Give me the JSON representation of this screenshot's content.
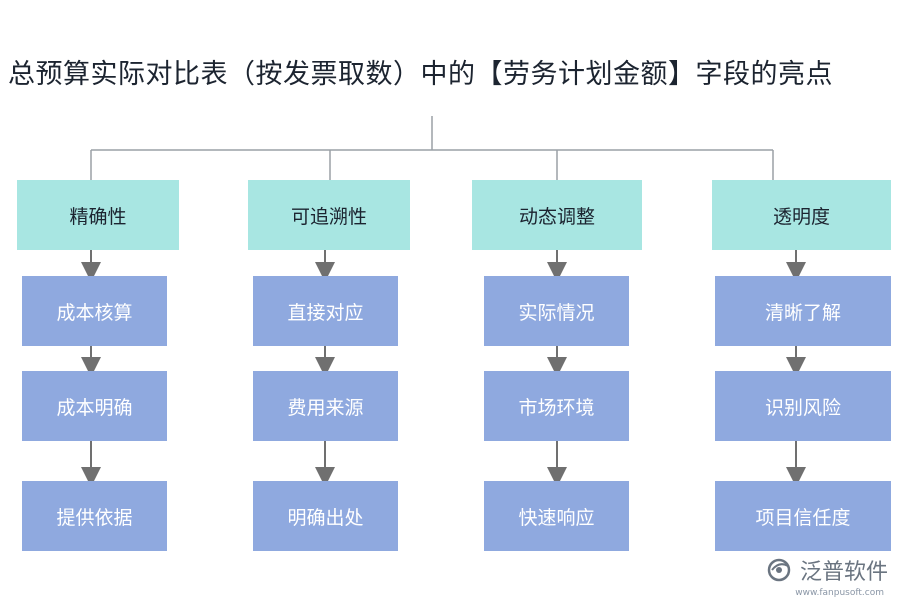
{
  "title": "总预算实际对比表（按发票取数）中的【劳务计划金额】字段的亮点",
  "columns": [
    {
      "header": "精确性",
      "items": [
        "成本核算",
        "成本明确",
        "提供依据"
      ]
    },
    {
      "header": "可追溯性",
      "items": [
        "直接对应",
        "费用来源",
        "明确出处"
      ]
    },
    {
      "header": "动态调整",
      "items": [
        "实际情况",
        "市场环境",
        "快速响应"
      ]
    },
    {
      "header": "透明度",
      "items": [
        "清晰了解",
        "识别风险",
        "项目信任度"
      ]
    }
  ],
  "watermark": {
    "brand": "泛普软件",
    "url": "www.fanpusoft.com",
    "icon": "fanpu-logo-icon"
  },
  "colors": {
    "header_fill": "#a8e6e2",
    "item_fill": "#8fa9df",
    "connector": "#9aa0a6",
    "arrow": "#707070"
  }
}
